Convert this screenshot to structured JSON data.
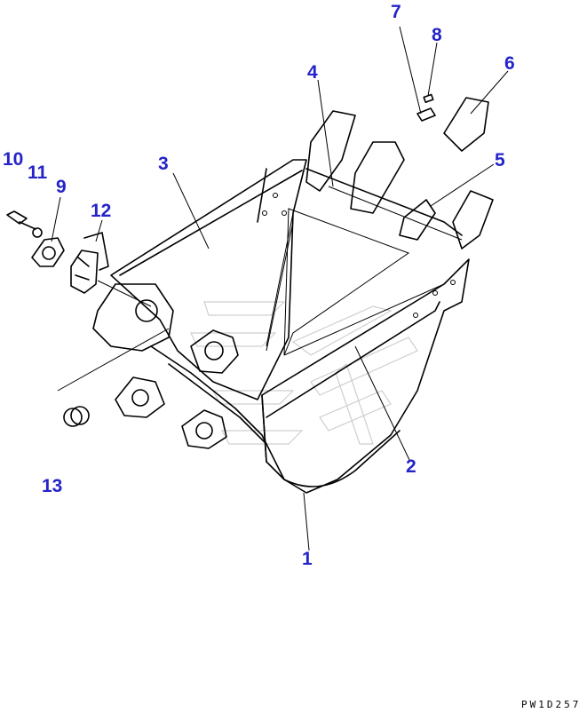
{
  "labels": [
    {
      "id": "1",
      "text": "1"
    },
    {
      "id": "2",
      "text": "2"
    },
    {
      "id": "3",
      "text": "3"
    },
    {
      "id": "4",
      "text": "4"
    },
    {
      "id": "5",
      "text": "5"
    },
    {
      "id": "6",
      "text": "6"
    },
    {
      "id": "7",
      "text": "7"
    },
    {
      "id": "8",
      "text": "8"
    },
    {
      "id": "9",
      "text": "9"
    },
    {
      "id": "10",
      "text": "10"
    },
    {
      "id": "11",
      "text": "11"
    },
    {
      "id": "12",
      "text": "12"
    },
    {
      "id": "13",
      "text": "13"
    }
  ],
  "drawing_code": "PW1D257",
  "colors": {
    "label": "#2424c8",
    "line": "#000000",
    "watermark": "#cfcfcf"
  }
}
